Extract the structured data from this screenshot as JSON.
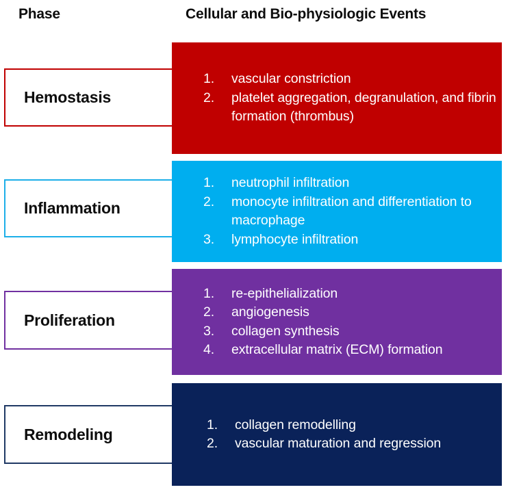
{
  "headers": {
    "phase": "Phase",
    "events": "Cellular and Bio-physiologic Events"
  },
  "colors": {
    "hemostasis": "#c00000",
    "inflammation": "#00AEEF",
    "inflammation_border": "#1CAFE8",
    "proliferation": "#7030A0",
    "remodeling": "#0A2259",
    "remodeling_border": "#1F3864",
    "text_on_block": "#ffffff",
    "heading_text": "#0d0d0d"
  },
  "rows": [
    {
      "phase": "Hemostasis",
      "events": [
        {
          "num": "1.",
          "text": "vascular constriction"
        },
        {
          "num": "2.",
          "text": "platelet aggregation, degranulation, and fibrin formation (thrombus)"
        }
      ]
    },
    {
      "phase": "Inflammation",
      "events": [
        {
          "num": "1.",
          "text": "neutrophil infiltration"
        },
        {
          "num": "2.",
          "text": "monocyte infiltration and differentiation to macrophage"
        },
        {
          "num": "3.",
          "text": "lymphocyte infiltration"
        }
      ]
    },
    {
      "phase": "Proliferation",
      "events": [
        {
          "num": "1.",
          "text": "re-epithelialization"
        },
        {
          "num": "2.",
          "text": "angiogenesis"
        },
        {
          "num": "3.",
          "text": "collagen synthesis"
        },
        {
          "num": "4.",
          "text": "extracellular matrix (ECM) formation"
        }
      ]
    },
    {
      "phase": "Remodeling",
      "events": [
        {
          "num": "1.",
          "text": "collagen remodelling"
        },
        {
          "num": "2.",
          "text": "vascular maturation and regression"
        }
      ]
    }
  ]
}
